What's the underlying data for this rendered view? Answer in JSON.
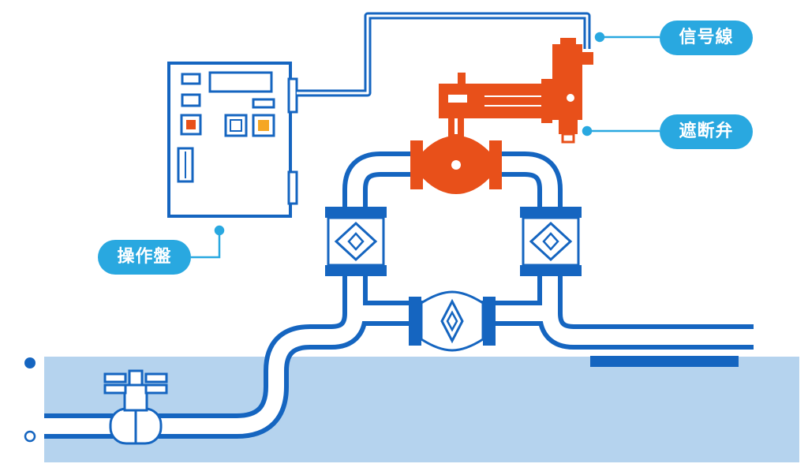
{
  "labels": {
    "signal_line": "信号線",
    "shutoff_valve": "遮断弁",
    "control_panel": "操作盤"
  },
  "colors": {
    "pipe": "#1565c0",
    "pipe_inner": "#ffffff",
    "valve_accent": "#e8501a",
    "label_bg": "#29a8e0",
    "ground": "#b5d3ee",
    "leader": "#29a8e0"
  },
  "icons": [
    "control-panel-icon",
    "shutoff-valve-icon",
    "gate-valve-icon",
    "strainer-icon",
    "ball-valve-icon"
  ]
}
